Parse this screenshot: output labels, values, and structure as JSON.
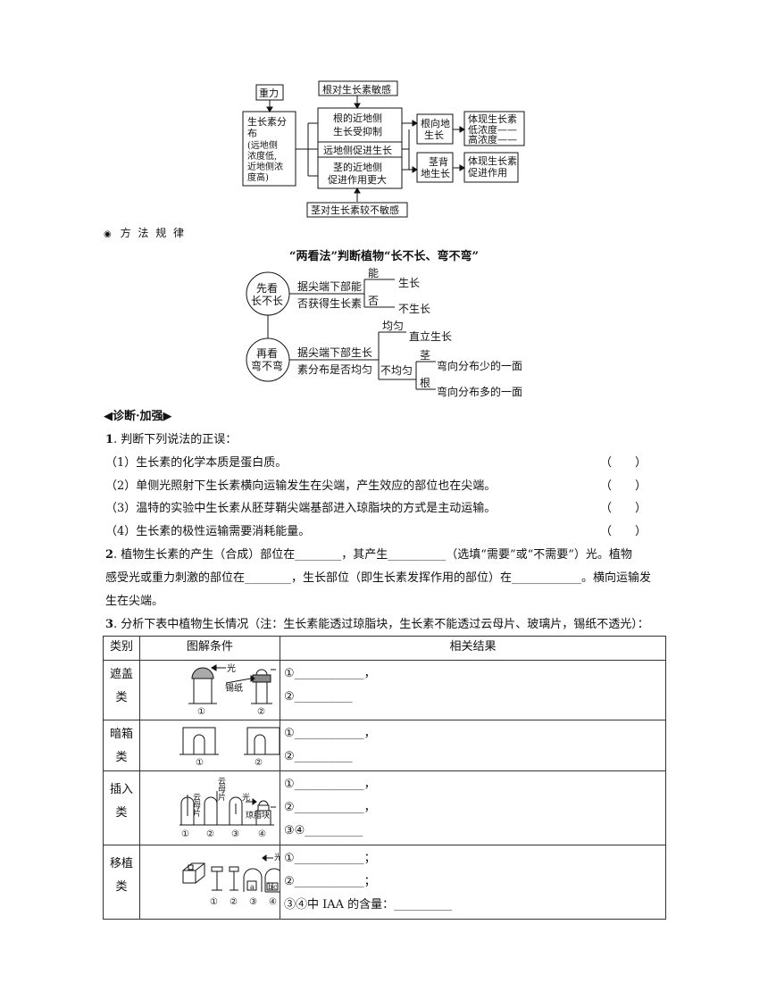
{
  "flow1": {
    "gravity": "重力",
    "root_sensitive": "根对生长素敏感",
    "auxin_dist_lines": [
      "生长素分",
      "布"
    ],
    "auxin_dist_sub": [
      "(远地侧",
      "浓度低,",
      "近地侧浓",
      "度高)"
    ],
    "root_near_lines": [
      "根的近地侧",
      "生长受抑制"
    ],
    "far_promote": "远地侧促进生长",
    "stem_near_lines": [
      "茎的近地侧",
      "促进作用更大"
    ],
    "root_down_lines": [
      "根向地",
      "生长"
    ],
    "stem_up_lines": [
      "茎背",
      "地生长"
    ],
    "reflect1_lines": [
      "体现生长素",
      "低浓度——",
      "高浓度——"
    ],
    "reflect2_lines": [
      "体现生长素",
      "促进作用"
    ],
    "stem_insensitive": "茎对生长素较不敏感"
  },
  "method": {
    "header": "方 法 规 律",
    "title": "“两看法”判断植物“长不长、弯不弯”",
    "first_look": [
      "先看",
      "长不长"
    ],
    "first_cond": [
      "据尖端下部能",
      "否获得生长素"
    ],
    "yes": "能",
    "no": "否",
    "grow": "生长",
    "no_grow": "不生长",
    "second_look": [
      "再看",
      "弯不弯"
    ],
    "second_cond": [
      "据尖端下部生长",
      "素分布是否均匀"
    ],
    "even": "均匀",
    "uneven": "不均匀",
    "upright": "直立生长",
    "stem": "茎",
    "root": "根",
    "bend_less": "弯向分布少的一面",
    "bend_more": "弯向分布多的一面"
  },
  "diag": {
    "header": "◀诊断·加强▶",
    "q1_num": "1",
    "q1_text": ". 判断下列说法的正误：",
    "q1_items": [
      "（1）生长素的化学本质是蛋白质。",
      "（2）单侧光照射下生长素横向运输发生在尖端，产生效应的部位也在尖端。",
      "（3）温特的实验中生长素从胚芽鞘尖端基部进入琼脂块的方式是主动运输。",
      "（4）生长素的极性运输需要消耗能量。"
    ],
    "paren": "（　　）",
    "q2_num": "2",
    "q2_lines": [
      ". 植物生长素的产生（合成）部位在________，其产生__________（选填“需要”或“不需要”）光。植物",
      "感受光或重力刺激的部位在________，生长部位（即生长素发挥作用的部位）在____________。横向运输发",
      "生在尖端。"
    ],
    "q3_num": "3",
    "q3_text": ". 分析下表中植物生长情况（注：生长素能透过琼脂块，生长素不能透过云母片、玻璃片，锡纸不透光）："
  },
  "table": {
    "headers": [
      "类别",
      "图解条件",
      "相关结果"
    ],
    "rows": [
      {
        "cat": [
          "遮盖",
          "类"
        ],
        "res": [
          "①____________，",
          "②__________"
        ]
      },
      {
        "cat": [
          "暗箱",
          "类"
        ],
        "res": [
          "①____________，",
          "②__________"
        ]
      },
      {
        "cat": [
          "插入",
          "类"
        ],
        "res": [
          "①____________，",
          "②____________，",
          "③④__________"
        ]
      },
      {
        "cat": [
          "移植",
          "类"
        ],
        "res": [
          "①____________；",
          "②____________；",
          "③④中 IAA 的含量：__________"
        ]
      }
    ],
    "fig_labels": {
      "light": "光",
      "foil": "锡纸",
      "mica": "云母片",
      "agar": "琼脂块",
      "n1": "①",
      "n2": "②",
      "n3": "③",
      "n4": "④",
      "a": "a",
      "b": "b",
      "c": "c"
    }
  }
}
